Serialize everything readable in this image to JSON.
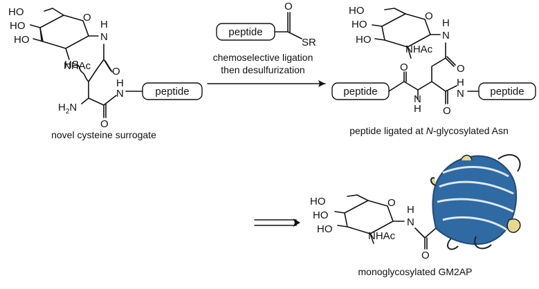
{
  "reagent": {
    "peptide_label": "peptide",
    "thioester_group": "SR",
    "oxygen": "O",
    "conditions_line1": "chemoselective ligation",
    "conditions_line2": "then desulfurization"
  },
  "surrogate": {
    "hydroxyl_1": "HO",
    "hydroxyl_2": "HO",
    "hydroxyl_3": "HO",
    "ring_oxygen": "O",
    "anomeric_nh": "N",
    "anomeric_h": "H",
    "acetamide": "NHAc",
    "thiol": "HS",
    "carbonyl_o_1": "O",
    "carbonyl_o_2": "O",
    "amide_nh": "H",
    "amide_n": "N",
    "amine": "H2N",
    "peptide_label": "peptide",
    "caption": "novel cysteine surrogate"
  },
  "product": {
    "hydroxyl_1": "HO",
    "hydroxyl_2": "HO",
    "hydroxyl_3": "HO",
    "ring_oxygen": "O",
    "anomeric_nh": "N",
    "anomeric_h": "H",
    "acetamide": "NHAc",
    "carbonyl_o_side": "O",
    "carbonyl_o_left": "O",
    "carbonyl_o_right": "O",
    "left_nh_n": "N",
    "left_nh_h": "H",
    "right_nh_h": "H",
    "right_nh_n": "N",
    "peptide_left": "peptide",
    "peptide_right": "peptide",
    "caption_prefix": "peptide ligated at ",
    "caption_italic": "N",
    "caption_suffix": "-glycosylated Asn"
  },
  "glycoprotein": {
    "hydroxyl_1": "HO",
    "hydroxyl_2": "HO",
    "hydroxyl_3": "HO",
    "ring_oxygen": "O",
    "anomeric_nh": "N",
    "anomeric_h": "H",
    "acetamide": "NHAc",
    "carbonyl_o": "O",
    "caption": "monoglycosylated GM2AP"
  },
  "colors": {
    "beta_sheet": "#2f6aa3",
    "beta_sheet_dark": "#1d4a7a",
    "helix": "#e6d88f",
    "coil": "#ffffff"
  }
}
